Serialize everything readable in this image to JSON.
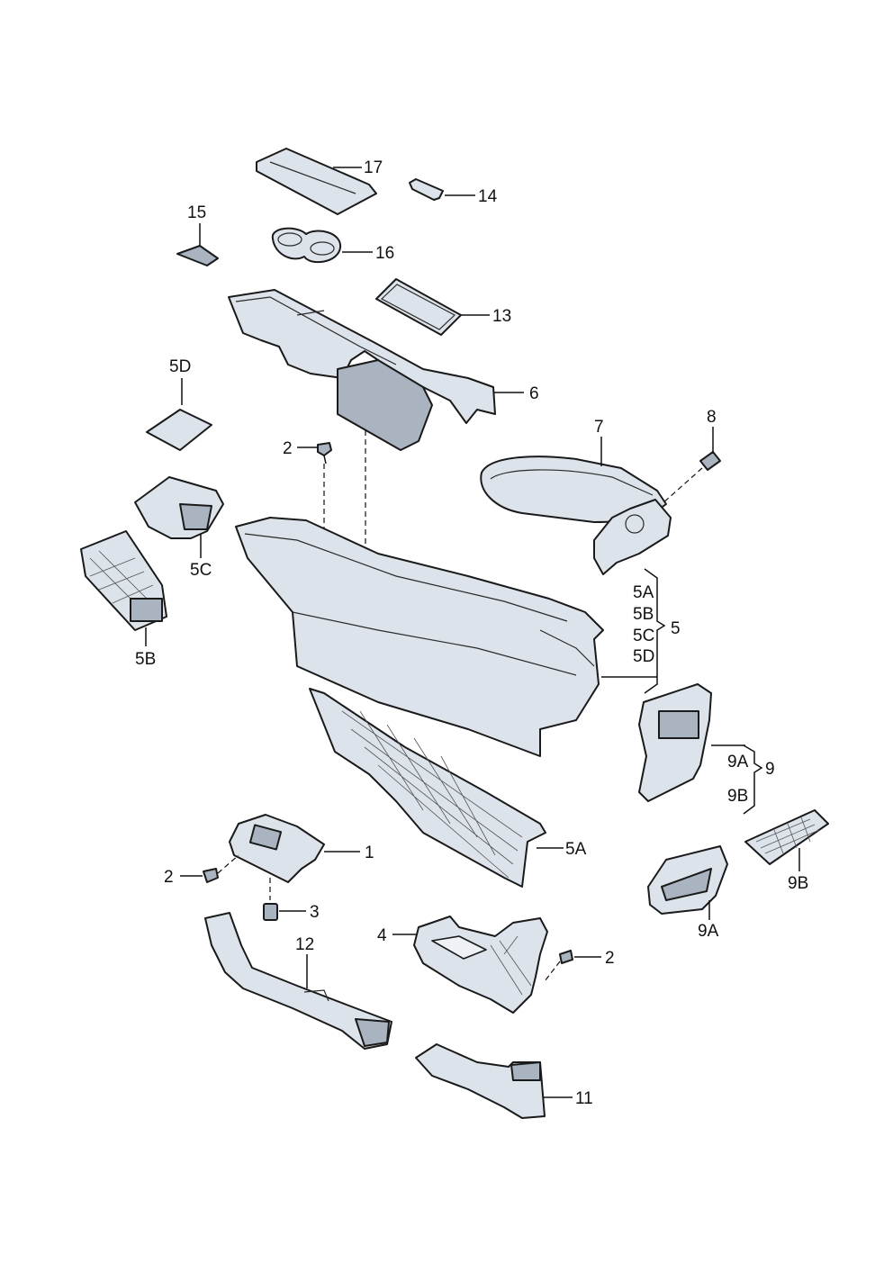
{
  "callouts": {
    "c17": "17",
    "c14": "14",
    "c15": "15",
    "c16": "16",
    "c13": "13",
    "c6": "6",
    "c5D": "5D",
    "c2a": "2",
    "c7": "7",
    "c8": "8",
    "c5C": "5C",
    "c5B": "5B",
    "g5A": "5A",
    "g5B": "5B",
    "g5C": "5C",
    "g5D": "5D",
    "g5": "5",
    "g9A": "9A",
    "g9B": "9B",
    "g9": "9",
    "c1": "1",
    "c5A": "5A",
    "c2b": "2",
    "c3": "3",
    "c4": "4",
    "c2c": "2",
    "c12": "12",
    "c9B": "9B",
    "c9A": "9A",
    "c11": "11"
  }
}
